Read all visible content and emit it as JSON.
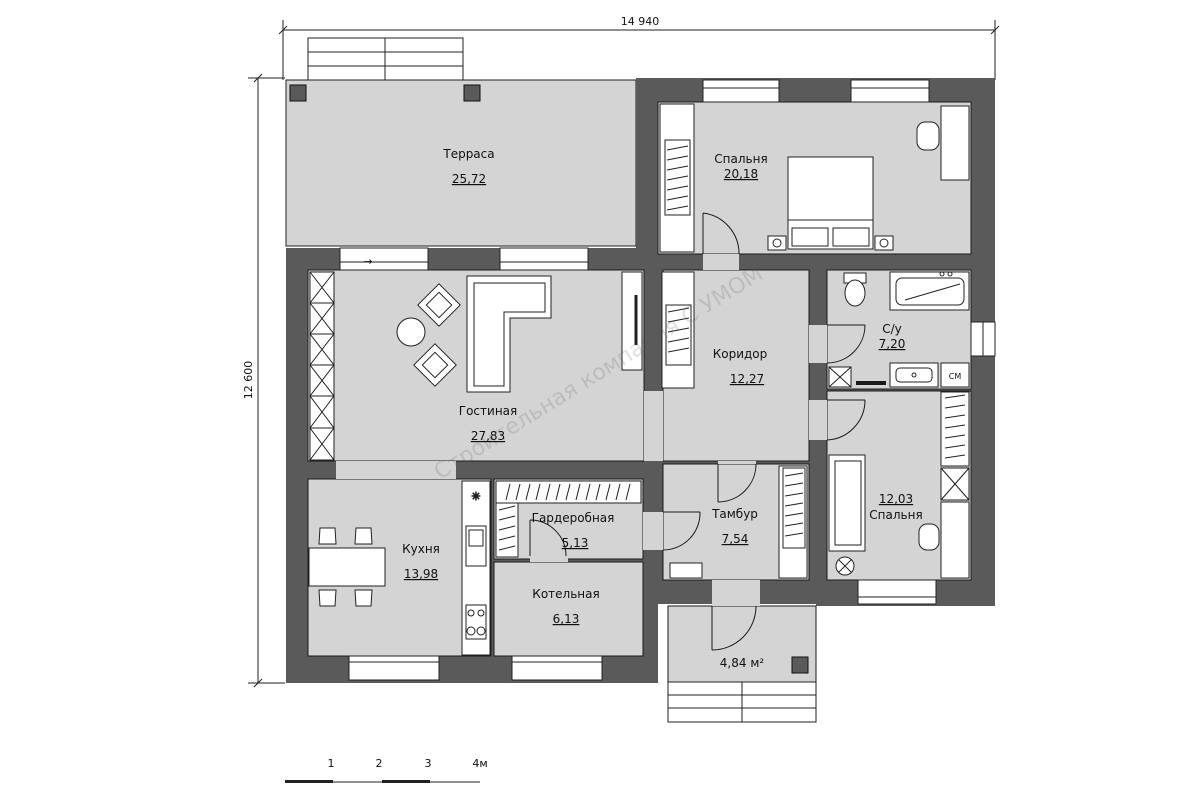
{
  "dimensions": {
    "width_label": "14 940",
    "height_label": "12 600"
  },
  "rooms": {
    "terrace": {
      "name": "Терраса",
      "area": "25,72"
    },
    "bedroom1": {
      "name": "Спальня",
      "area": "20,18"
    },
    "living": {
      "name": "Гостиная",
      "area": "27,83"
    },
    "corridor": {
      "name": "Коридор",
      "area": "12,27"
    },
    "bath": {
      "name": "С/у",
      "area": "7,20"
    },
    "bedroom2": {
      "name": "Спальня",
      "area": "12,03"
    },
    "kitchen": {
      "name": "Кухня",
      "area": "13,98"
    },
    "wardrobe": {
      "name": "Гардеробная",
      "area": "5,13"
    },
    "vestibule": {
      "name": "Тамбур",
      "area": "7,54"
    },
    "boiler": {
      "name": "Котельная",
      "area": "6,13"
    },
    "porch": {
      "area": "4,84 м²"
    }
  },
  "appliances": {
    "washer": "СМ"
  },
  "arrow": "→",
  "watermark": "Строительная компания С УМОМ",
  "scale": {
    "ticks": [
      "1",
      "2",
      "3",
      "4м"
    ]
  },
  "colors": {
    "wall": "#5a5a5a",
    "floor": "#d4d4d4",
    "window": "#ffffff",
    "line": "#1a1a1a"
  }
}
